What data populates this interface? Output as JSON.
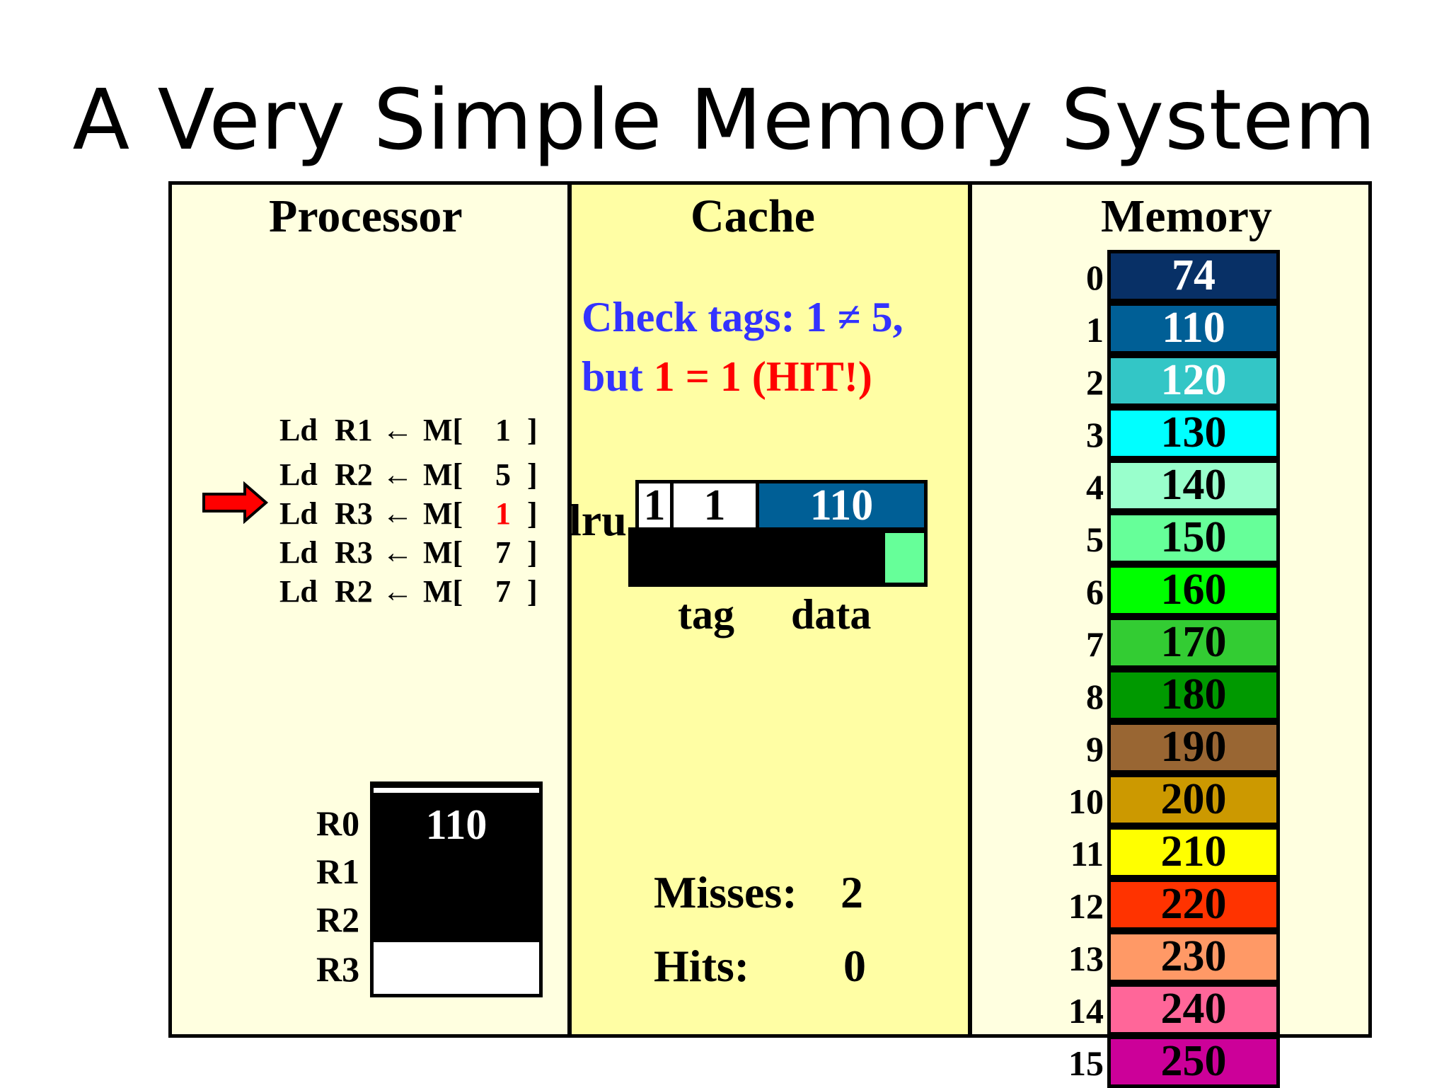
{
  "title": "A Very Simple Memory System",
  "processor": {
    "title": "Processor",
    "instructions": [
      {
        "op": "Ld",
        "reg": "R1",
        "arrow": "←",
        "mem": "M[",
        "addr": "1",
        "close": "]"
      },
      {
        "op": "Ld",
        "reg": "R2",
        "arrow": "←",
        "mem": "M[",
        "addr": "5",
        "close": "]"
      },
      {
        "op": "Ld",
        "reg": "R3",
        "arrow": "←",
        "mem": "M[",
        "addr": "1",
        "close": "]"
      },
      {
        "op": "Ld",
        "reg": "R3",
        "arrow": "←",
        "mem": "M[",
        "addr": "7",
        "close": "]"
      },
      {
        "op": "Ld",
        "reg": "R2",
        "arrow": "←",
        "mem": "M[",
        "addr": "7",
        "close": "]"
      }
    ],
    "current_instruction": 2,
    "registers": [
      "R0",
      "R1",
      "R2",
      "R3"
    ],
    "register_value_fragment": "110"
  },
  "cache": {
    "title": "Cache",
    "message_line1": "Check tags: 1 ≠ 5,",
    "message_line2_start": "but ",
    "message_line2_hit": "1 = 1 (HIT!)",
    "lru_label": "lru",
    "lines": [
      {
        "lru": "1",
        "tag": "1",
        "data": "110",
        "data_color": "#005f96"
      }
    ],
    "tag_label": "tag",
    "data_label": "data",
    "misses_label": "Misses:",
    "misses_value": "2",
    "hits_label": "Hits:",
    "hits_value": "0"
  },
  "memory": {
    "title": "Memory",
    "cells": [
      {
        "addr": "0",
        "value": "74",
        "bg": "#083066",
        "fg": "#ffffff"
      },
      {
        "addr": "1",
        "value": "110",
        "bg": "#005f96",
        "fg": "#ffffff"
      },
      {
        "addr": "2",
        "value": "120",
        "bg": "#33c6c6",
        "fg": "#ffffff"
      },
      {
        "addr": "3",
        "value": "130",
        "bg": "#00ffff",
        "fg": "#000000"
      },
      {
        "addr": "4",
        "value": "140",
        "bg": "#99ffcc",
        "fg": "#000000"
      },
      {
        "addr": "5",
        "value": "150",
        "bg": "#66ff99",
        "fg": "#000000"
      },
      {
        "addr": "6",
        "value": "160",
        "bg": "#00ff00",
        "fg": "#000000"
      },
      {
        "addr": "7",
        "value": "170",
        "bg": "#33cc33",
        "fg": "#000000"
      },
      {
        "addr": "8",
        "value": "180",
        "bg": "#009900",
        "fg": "#000000"
      },
      {
        "addr": "9",
        "value": "190",
        "bg": "#996633",
        "fg": "#000000"
      },
      {
        "addr": "10",
        "value": "200",
        "bg": "#cc9900",
        "fg": "#000000"
      },
      {
        "addr": "11",
        "value": "210",
        "bg": "#ffff00",
        "fg": "#000000"
      },
      {
        "addr": "12",
        "value": "220",
        "bg": "#ff3300",
        "fg": "#000000"
      },
      {
        "addr": "13",
        "value": "230",
        "bg": "#ff9966",
        "fg": "#000000"
      },
      {
        "addr": "14",
        "value": "240",
        "bg": "#ff6699",
        "fg": "#000000"
      },
      {
        "addr": "15",
        "value": "250",
        "bg": "#cc0099",
        "fg": "#000000"
      }
    ]
  }
}
